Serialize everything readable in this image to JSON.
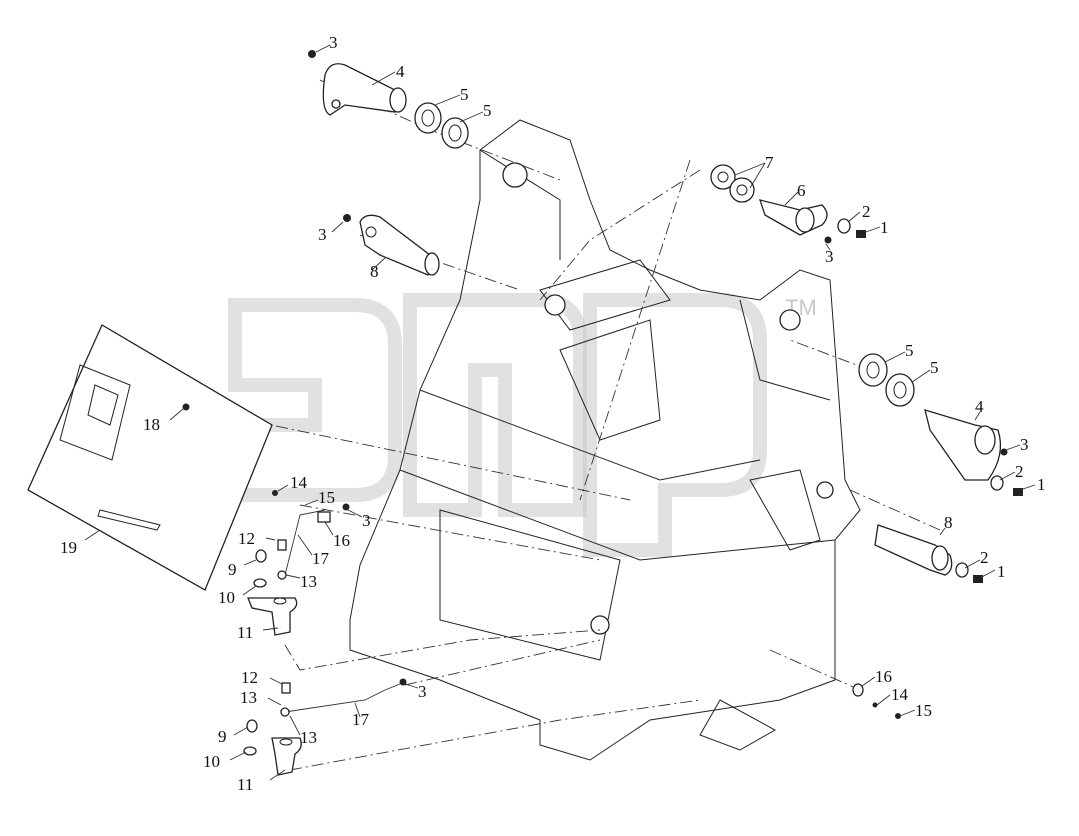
{
  "watermark": {
    "text": "элф",
    "trademark": "TM"
  },
  "callouts": [
    {
      "id": "c3a",
      "text": "3"
    },
    {
      "id": "c4a",
      "text": "4"
    },
    {
      "id": "c5a",
      "text": "5"
    },
    {
      "id": "c5b",
      "text": "5"
    },
    {
      "id": "c7",
      "text": "7"
    },
    {
      "id": "c6",
      "text": "6"
    },
    {
      "id": "c2a",
      "text": "2"
    },
    {
      "id": "c1a",
      "text": "1"
    },
    {
      "id": "c3b",
      "text": "3"
    },
    {
      "id": "c3c",
      "text": "3"
    },
    {
      "id": "c8a",
      "text": "8"
    },
    {
      "id": "c5c",
      "text": "5"
    },
    {
      "id": "c5d",
      "text": "5"
    },
    {
      "id": "c4b",
      "text": "4"
    },
    {
      "id": "c3d",
      "text": "3"
    },
    {
      "id": "c2b",
      "text": "2"
    },
    {
      "id": "c1b",
      "text": "1"
    },
    {
      "id": "c8b",
      "text": "8"
    },
    {
      "id": "c2c",
      "text": "2"
    },
    {
      "id": "c1c",
      "text": "1"
    },
    {
      "id": "c18",
      "text": "18"
    },
    {
      "id": "c19",
      "text": "19"
    },
    {
      "id": "c14a",
      "text": "14"
    },
    {
      "id": "c15a",
      "text": "15"
    },
    {
      "id": "c3e",
      "text": "3"
    },
    {
      "id": "c16a",
      "text": "16"
    },
    {
      "id": "c17a",
      "text": "17"
    },
    {
      "id": "c12a",
      "text": "12"
    },
    {
      "id": "c9a",
      "text": "9"
    },
    {
      "id": "c13a",
      "text": "13"
    },
    {
      "id": "c10a",
      "text": "10"
    },
    {
      "id": "c11a",
      "text": "11"
    },
    {
      "id": "c12b",
      "text": "12"
    },
    {
      "id": "c13b",
      "text": "13"
    },
    {
      "id": "c3f",
      "text": "3"
    },
    {
      "id": "c17b",
      "text": "17"
    },
    {
      "id": "c9b",
      "text": "9"
    },
    {
      "id": "c13c",
      "text": "13"
    },
    {
      "id": "c10b",
      "text": "10"
    },
    {
      "id": "c11b",
      "text": "11"
    },
    {
      "id": "c16b",
      "text": "16"
    },
    {
      "id": "c14b",
      "text": "14"
    },
    {
      "id": "c15b",
      "text": "15"
    }
  ]
}
